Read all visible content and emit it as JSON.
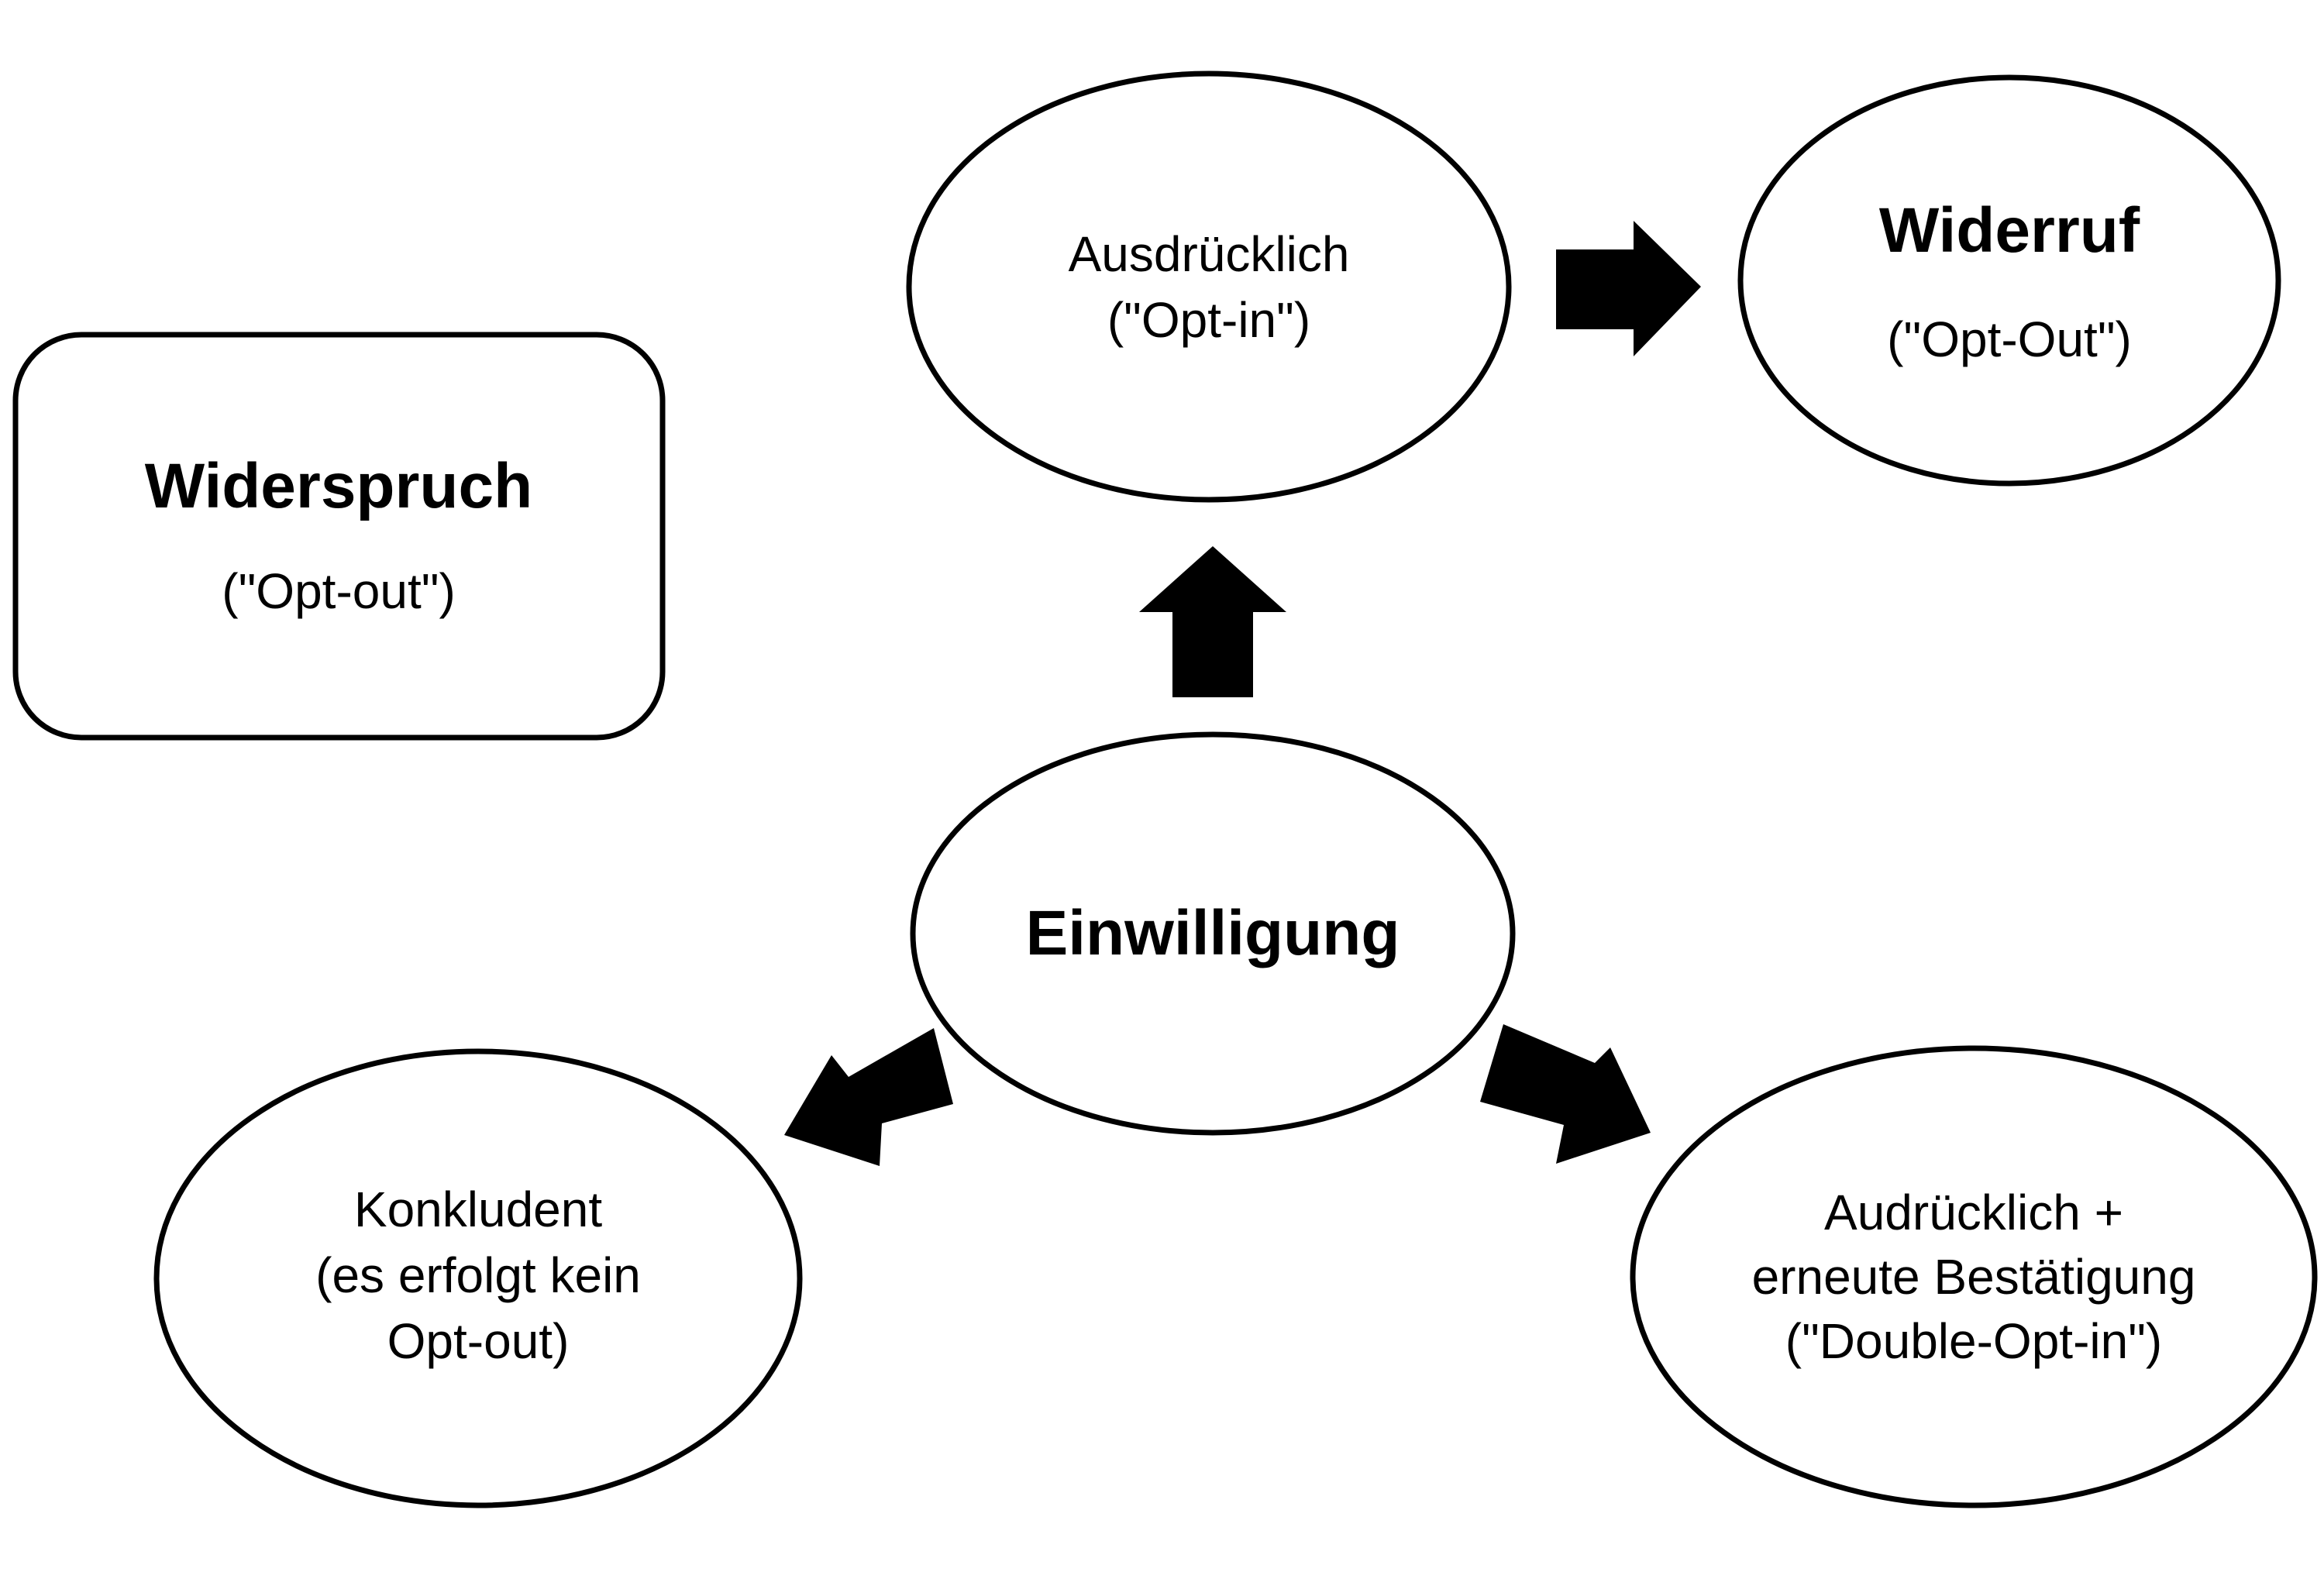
{
  "diagram": {
    "nodes": {
      "widerspruch": {
        "title": "Widerspruch",
        "subtitle": "(\"Opt-out\")"
      },
      "einwilligung": {
        "title": "Einwilligung"
      },
      "ausdruecklich": {
        "lines": [
          "Ausdrücklich",
          "(\"Opt-in\")"
        ]
      },
      "widerruf": {
        "title": "Widerruf",
        "subtitle": "(\"Opt-Out\")"
      },
      "konkludent": {
        "lines": [
          "Konkludent",
          "(es erfolgt kein",
          "Opt-out)"
        ]
      },
      "double_opt_in": {
        "lines": [
          "Audrücklich +",
          "erneute Bestätigung",
          "(\"Double-Opt-in\")"
        ]
      }
    },
    "edges": [
      {
        "from": "einwilligung",
        "to": "ausdruecklich"
      },
      {
        "from": "ausdruecklich",
        "to": "widerruf"
      },
      {
        "from": "einwilligung",
        "to": "konkludent"
      },
      {
        "from": "einwilligung",
        "to": "double_opt_in"
      }
    ],
    "colors": {
      "stroke": "#000000",
      "fill": "#ffffff",
      "arrow": "#000000"
    }
  }
}
